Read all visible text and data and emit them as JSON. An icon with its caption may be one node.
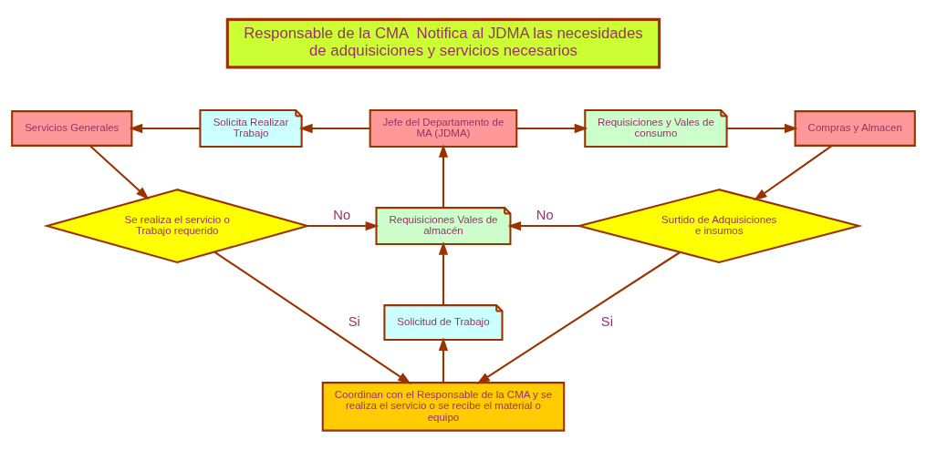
{
  "diagram": {
    "nodes": [
      {
        "text": [
          "Responsable de la CMA  Notifica al JDMA las necesidades de adquisiciones y servicios necesarios"
        ]
      },
      {
        "text": [
          "Servicios Generales"
        ]
      },
      {
        "text": [
          "Solicita Realizar Trabajo"
        ]
      },
      {
        "text": [
          "Jefe del Departamento de MA (JDMA)"
        ]
      },
      {
        "text": [
          "Requisiciones y Vales de consumo"
        ]
      },
      {
        "text": [
          "Compras y Almacen"
        ]
      },
      {
        "text": [
          "Se realiza el servicio o Trabajo requerido"
        ]
      },
      {
        "text": [
          "Requisiciones Vales de almacén"
        ]
      },
      {
        "text": [
          "Surtido de Adquisiciones e insumos"
        ]
      },
      {
        "text": [
          "Solicitud de Trabajo"
        ]
      },
      {
        "text": [
          "Coordinan con el Responsable de la CMA y se realiza el servicio o se recibe el material o equipo"
        ]
      }
    ],
    "edges": [
      {
        "from": 3,
        "to": 2,
        "arrow": "to"
      },
      {
        "from": 2,
        "to": 1,
        "arrow": "to"
      },
      {
        "from": 3,
        "to": 4,
        "arrow": "to"
      },
      {
        "from": 4,
        "to": 5,
        "arrow": "to"
      },
      {
        "from": 1,
        "to": 6,
        "arrow": "to"
      },
      {
        "from": 5,
        "to": 8,
        "arrow": "to"
      },
      {
        "from": 6,
        "to": 7,
        "arrow": "to",
        "label": "No"
      },
      {
        "from": 8,
        "to": 7,
        "arrow": "to",
        "label": "No"
      },
      {
        "from": 7,
        "to": 3,
        "arrow": "to"
      },
      {
        "from": 9,
        "to": 7,
        "arrow": "to"
      },
      {
        "from": 10,
        "to": 9,
        "arrow": "to"
      },
      {
        "from": 6,
        "to": 10,
        "arrow": "to",
        "label": "Si"
      },
      {
        "from": 8,
        "to": 10,
        "arrow": "to",
        "label": "Si"
      }
    ]
  }
}
